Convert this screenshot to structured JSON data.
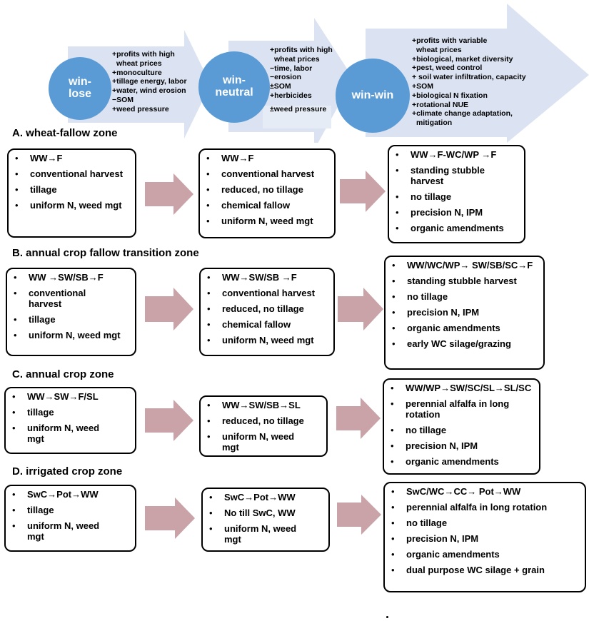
{
  "header": {
    "stages": [
      {
        "circle_label": "win-\nlose",
        "items": [
          "+profits with high",
          "wheat prices",
          "+monoculture",
          "+tillage energy, labor",
          "+water, wind erosion",
          "−SOM",
          "+weed pressure"
        ]
      },
      {
        "circle_label": "win-\nneutral",
        "items": [
          "+profits with high",
          "wheat prices",
          "−time, labor",
          "−erosion",
          "±SOM",
          "+herbicides"
        ],
        "extra": "±weed pressure"
      },
      {
        "circle_label": "win-win",
        "items": [
          "+profits with variable",
          "wheat prices",
          "+biological, market diversity",
          "+pest, weed control",
          "+ soil water infiltration, capacity",
          "+SOM",
          "+biological N fixation",
          "+rotational NUE",
          "+climate change adaptation,",
          "mitigation"
        ]
      }
    ],
    "colors": {
      "arrow_fill": "#dbe3f2",
      "circle_fill": "#5b9bd5",
      "pink_arrow": "#c9a3a7"
    }
  },
  "zones": [
    {
      "title": "A. wheat-fallow zone",
      "boxes": [
        [
          "WW→F",
          "conventional harvest",
          "tillage",
          "uniform N, weed mgt"
        ],
        [
          "WW→F",
          "conventional harvest",
          "reduced, no tillage",
          "chemical fallow",
          "uniform N, weed mgt"
        ],
        [
          "WW→F-WC/WP →F",
          "standing stubble harvest",
          "no tillage",
          "precision N, IPM",
          "organic amendments"
        ]
      ]
    },
    {
      "title": "B. annual crop fallow transition  zone",
      "boxes": [
        [
          "WW →SW/SB→F",
          "conventional harvest",
          "tillage",
          "uniform N, weed mgt"
        ],
        [
          "WW→SW/SB →F",
          "conventional harvest",
          "reduced, no tillage",
          "chemical fallow",
          "uniform N, weed mgt"
        ],
        [
          "WW/WC/WP→ SW/SB/SC→F",
          "standing stubble harvest",
          "no tillage",
          "precision N, IPM",
          "organic amendments",
          "early WC silage/grazing"
        ]
      ]
    },
    {
      "title": "C. annual crop  zone",
      "boxes": [
        [
          "WW→SW→F/SL",
          " tillage",
          "uniform N, weed mgt"
        ],
        [
          "WW→SW/SB→SL",
          "reduced, no tillage",
          "uniform N, weed mgt"
        ],
        [
          "WW/WP→SW/SC/SL→SL/SC",
          "perennial alfalfa in long rotation",
          "no tillage",
          "precision N, IPM",
          "organic amendments"
        ]
      ]
    },
    {
      "title": "D. irrigated crop  zone",
      "boxes": [
        [
          "SwC→Pot→WW",
          " tillage",
          "uniform N, weed mgt"
        ],
        [
          "SwC→Pot→WW",
          "No till SwC, WW",
          "uniform N, weed mgt"
        ],
        [
          "SwC/WC→CC→ Pot→WW",
          "perennial alfalfa in long rotation",
          "no tillage",
          "precision N, IPM",
          "organic amendments",
          "dual purpose WC silage + grain"
        ]
      ]
    }
  ]
}
